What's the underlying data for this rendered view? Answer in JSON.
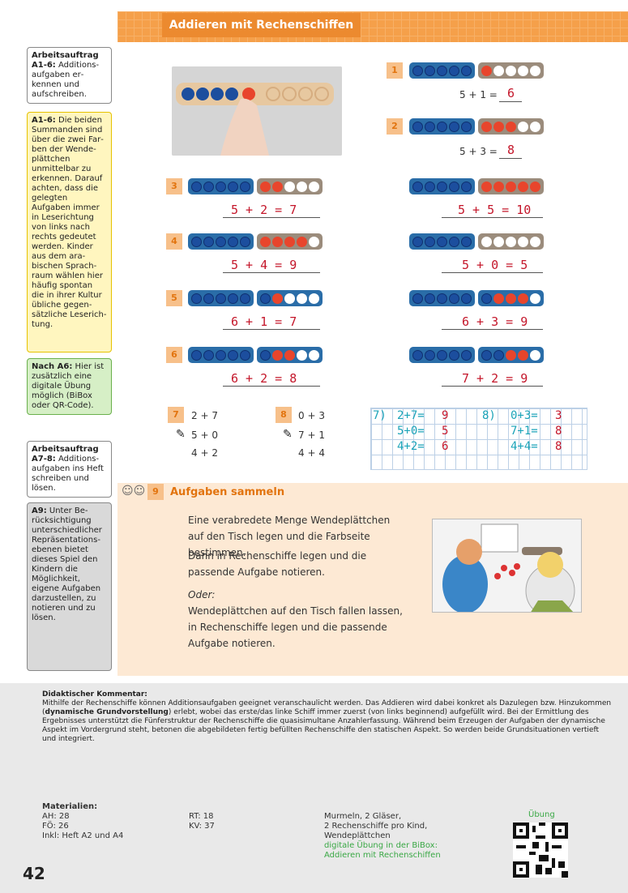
{
  "header": {
    "title": "Addieren mit Rechenschiffen"
  },
  "notes": [
    {
      "head": "Arbeitsauftrag",
      "lead": "A1-6:",
      "text": " Additions­aufgaben er­kennen und aufschreiben."
    },
    {
      "lead": "A1-6:",
      "text": " Die beiden Summanden sind über die zwei Far­ben der Wende­plättchen unmittel­bar zu erkennen. Darauf achten, dass die gelegten Aufgaben immer in Leserichtung von links nach rechts gedeutet werden. Kinder aus dem ara­bischen Sprach­raum wählen hier häufig spontan die in ihrer Kultur übliche gegen­sätzliche Leserich­tung."
    },
    {
      "lead": "Nach A6:",
      "text": " Hier ist zusätzlich eine digitale Übung möglich (BiBox oder QR-Code)."
    },
    {
      "head": "Arbeitsauftrag",
      "lead": "A7-8:",
      "text": " Additions­aufgaben ins Heft schreiben und lösen."
    },
    {
      "lead": "A9:",
      "text": " Unter Be­rücksichtigung unterschiedlicher Repräsentations­ebenen bietet dieses Spiel den Kindern die Möglichkeit, eigene Aufgaben darzustellen, zu notieren und zu lösen."
    }
  ],
  "exercises": {
    "e1": {
      "num": "1",
      "eq": "5 + 1 =",
      "ans": "6"
    },
    "e2": {
      "num": "2",
      "eq": "5 + 3 =",
      "ans": "8"
    },
    "e3": {
      "num": "3",
      "ans": "5 + 2 = 7"
    },
    "e3b": {
      "ans": "5 + 5 = 10"
    },
    "e4": {
      "num": "4",
      "ans": "5 + 4 = 9"
    },
    "e4b": {
      "ans": "5 + 0 = 5"
    },
    "e5": {
      "num": "5",
      "ans": "6 + 1 = 7"
    },
    "e5b": {
      "ans": "6 + 3 = 9"
    },
    "e6": {
      "num": "6",
      "ans": "6 + 2 = 8"
    },
    "e6b": {
      "ans": "7 + 2 = 9"
    }
  },
  "task7": {
    "num": "7",
    "items": [
      "2 + 7",
      "5 + 0",
      "4 + 2"
    ]
  },
  "task8": {
    "num": "8",
    "items": [
      "0 + 3",
      "7 + 1",
      "4 + 4"
    ]
  },
  "grid": {
    "rows7": [
      {
        "label": "7)",
        "eq": "2+7=",
        "res": "9"
      },
      {
        "label": "",
        "eq": "5+0=",
        "res": "5"
      },
      {
        "label": "",
        "eq": "4+2=",
        "res": "6"
      }
    ],
    "rows8": [
      {
        "label": "8)",
        "eq": "0+3=",
        "res": "3"
      },
      {
        "label": "",
        "eq": "7+1=",
        "res": "8"
      },
      {
        "label": "",
        "eq": "4+4=",
        "res": "8"
      }
    ]
  },
  "task9": {
    "num": "9",
    "title": "Aufgaben sammeln",
    "p1": "Eine verabredete Menge Wendeplättchen auf den Tisch legen und die Farbseite bestimmen.",
    "p2": "Dann in Rechenschiffe legen und die passende Aufgabe notieren.",
    "oder": "Oder:",
    "p3": "Wendeplättchen auf den Tisch fallen lassen, in Rechenschiffe legen und die passende Aufgabe notieren."
  },
  "commentary": {
    "head": "Didaktischer Kommentar:",
    "text1": "Mithilfe der Rechenschiffe können Additionsaufgaben geeignet veranschaulicht werden. Das Addieren wird dabei konkret als Dazulegen bzw. Hinzukommen (",
    "bold": "dynamische Grundvorstellung",
    "text2": ") erlebt, wobei das erste/das linke Schiff immer zuerst (von links beginnend) aufgefüllt wird. Bei der Ermittlung des Ergebnisses unterstützt die Fünferstruktur der Rechenschiffe die quasi­simultane Anzahlerfassung. Während beim Erzeugen der Aufgaben der dynamische Aspekt im Vordergrund steht, betonen die abgebildeten fertig befüllten Rechenschiffe den statischen Aspekt. So werden beide Grundsituationen vertieft und integriert."
  },
  "materials": {
    "head": "Materialien:",
    "col1": [
      "AH: 28",
      "FÖ: 26",
      "Inkl: Heft A2 und A4"
    ],
    "col2": [
      "RT: 18",
      "KV: 37"
    ],
    "col3": [
      "Murmeln, 2 Gläser,",
      "2 Rechenschiffe pro Kind,",
      "Wendeplättchen"
    ],
    "digital": [
      "digitale Übung in der BiBox:",
      "Addieren mit Rechenschiffen"
    ],
    "qr_label": "Übung"
  },
  "page_number": "42",
  "colors": {
    "orange": "#ec8a2f",
    "blue": "#1c4e9e",
    "red": "#e8452c",
    "answer": "#c4162a",
    "green": "#3aa845"
  }
}
